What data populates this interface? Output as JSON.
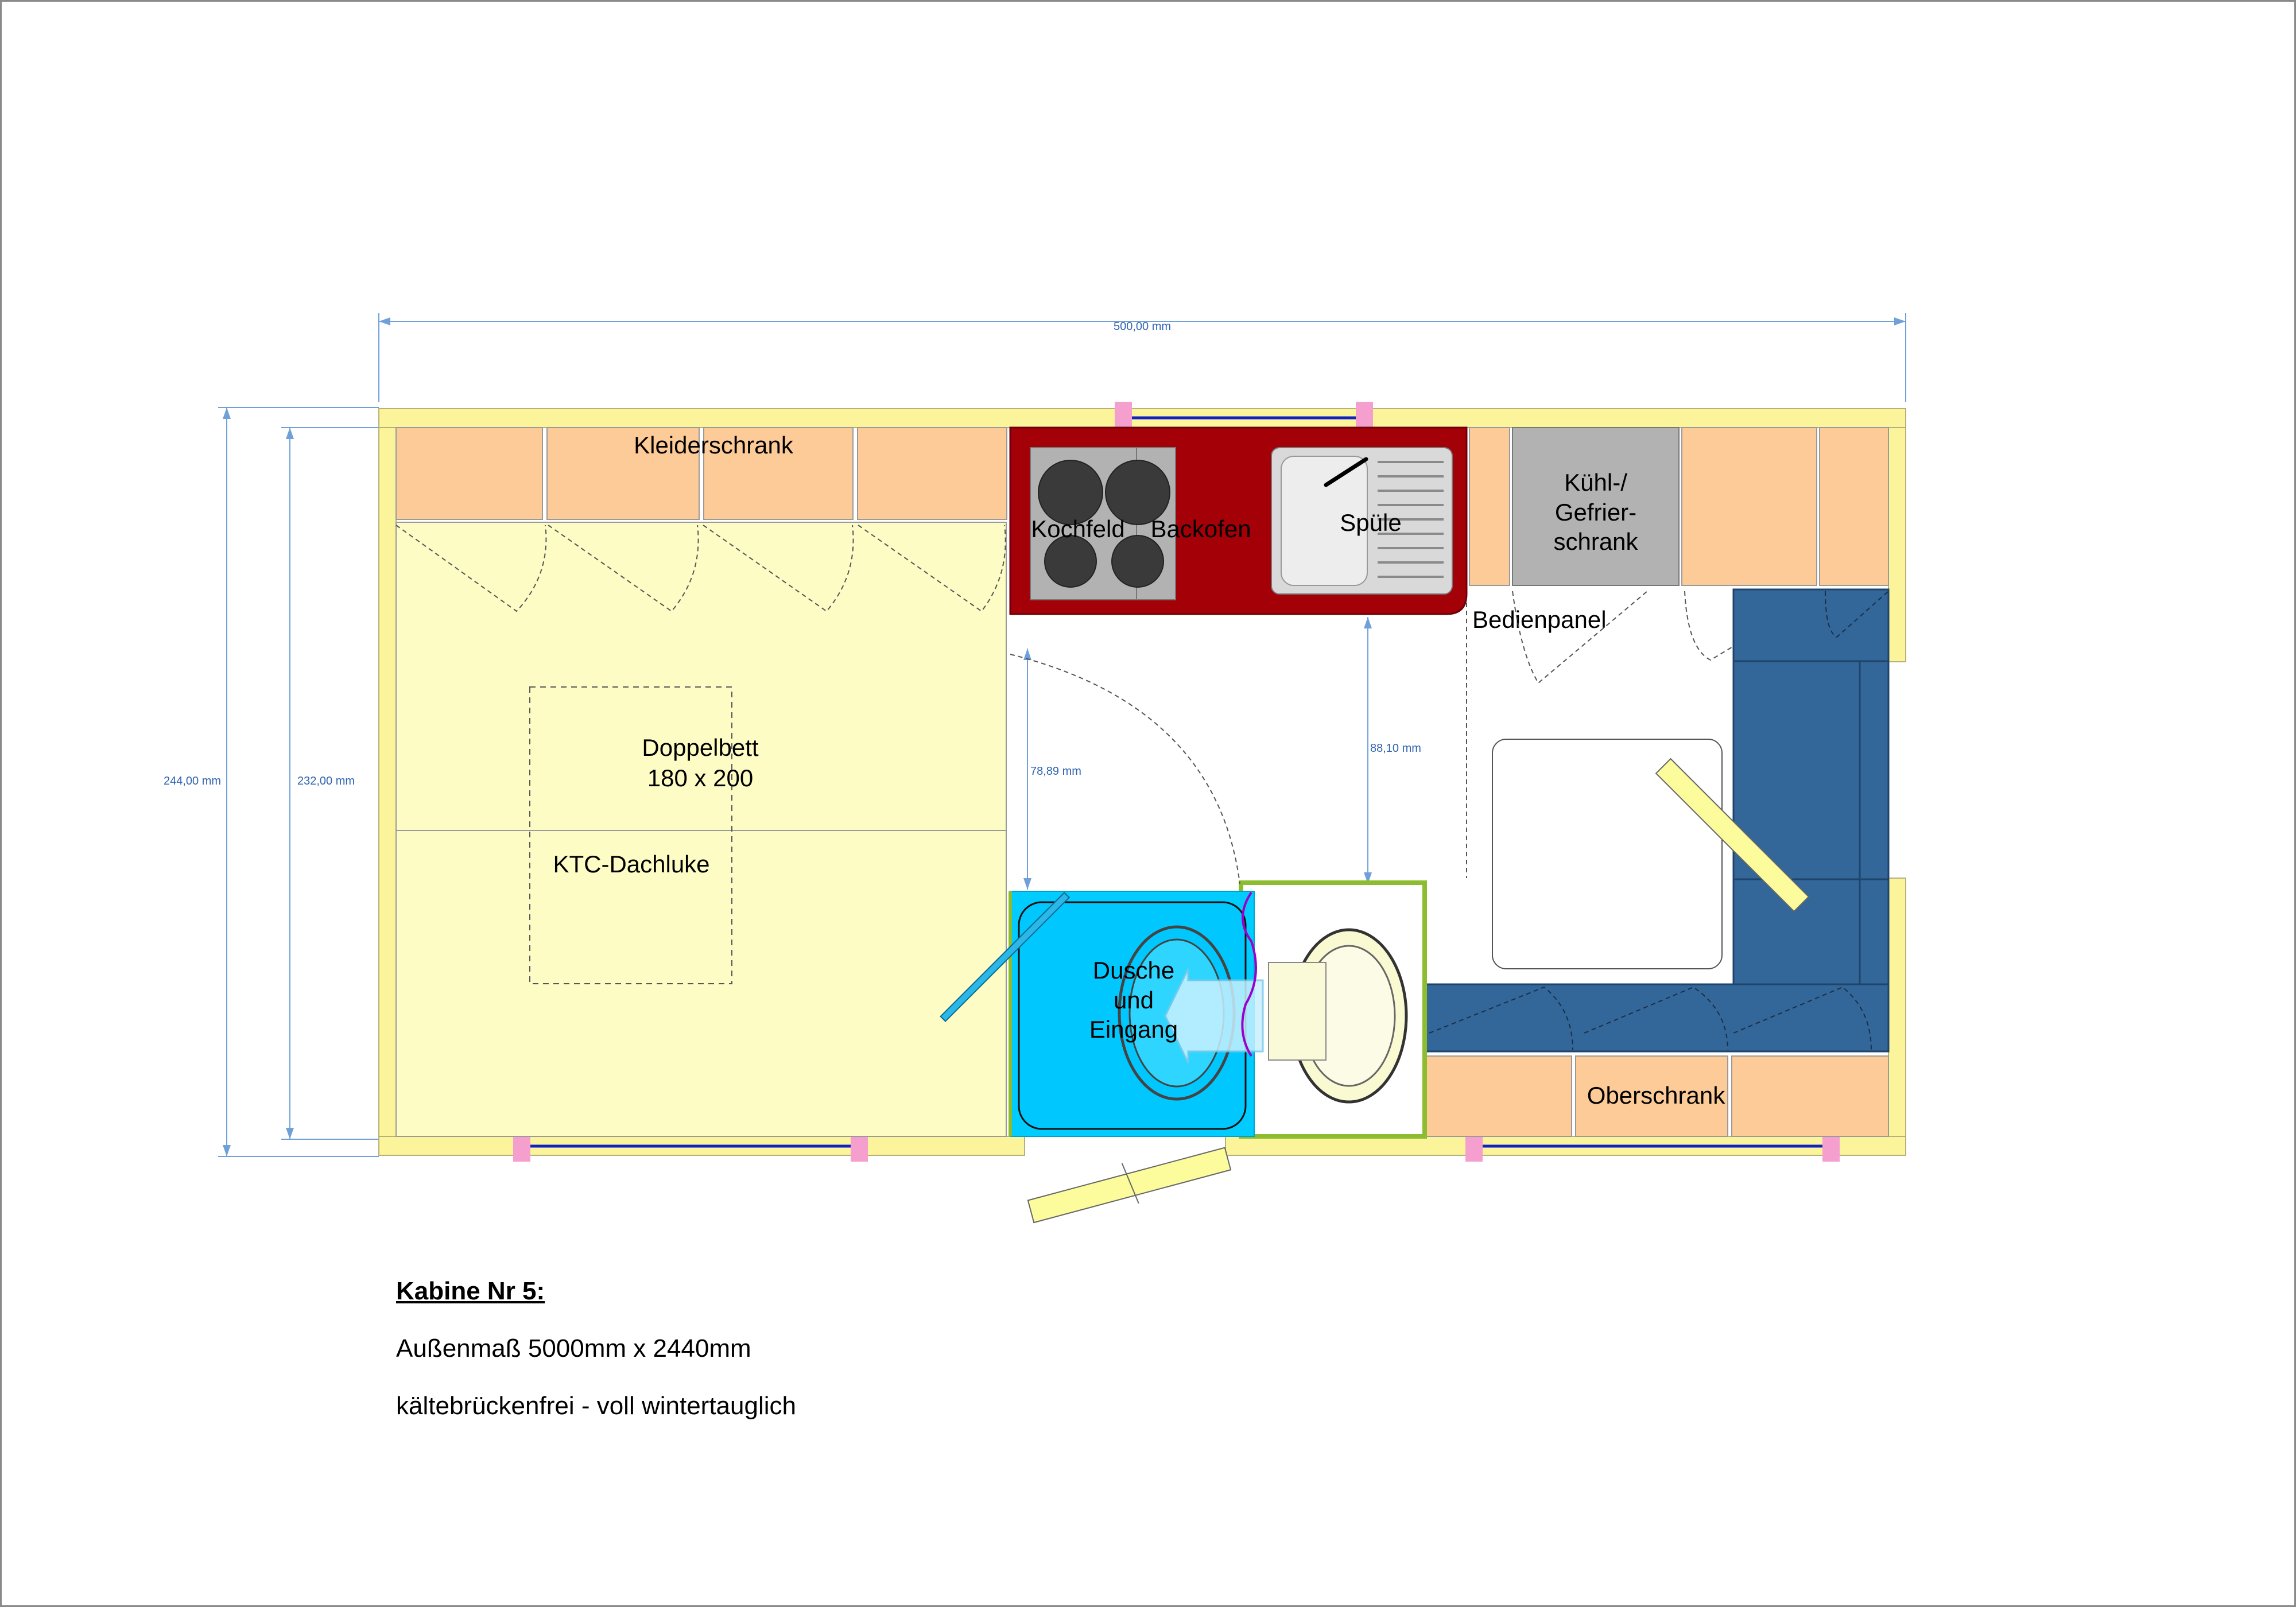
{
  "dimensions": {
    "total_length": "500,00 mm",
    "outer_width": "244,00 mm",
    "inner_width": "232,00 mm",
    "door_clearance": "78,89 mm",
    "aisle_clearance": "88,10 mm"
  },
  "areas": {
    "wardrobe": "Kleiderschrank",
    "bed_line1": "Doppelbett",
    "bed_line2": "180 x 200",
    "roof_hatch": "KTC-Dachluke",
    "hob": "Kochfeld",
    "oven": "Backofen",
    "sink": "Spüle",
    "fridge_line1": "Kühl-/",
    "fridge_line2": "Gefrier-",
    "fridge_line3": "schrank",
    "control_panel": "Bedienpanel",
    "shower_line1": "Dusche",
    "shower_line2": "und",
    "shower_line3": "Eingang",
    "upper_cabinet": "Oberschrank"
  },
  "caption": {
    "title": "Kabine Nr 5:",
    "dimensions": "Außenmaß 5000mm x 2440mm",
    "note": "kältebrückenfrei - voll wintertauglich"
  },
  "colors": {
    "wall": "#fbf49a",
    "bed": "#fcfcc4",
    "cabinet": "#fdcb98",
    "kitchen": "#a30008",
    "sofa": "#336699",
    "shower": "#00ccff",
    "fridge": "#b2b2b2",
    "window_marker": "#f59fcf",
    "dimension": "#2f63b0"
  }
}
